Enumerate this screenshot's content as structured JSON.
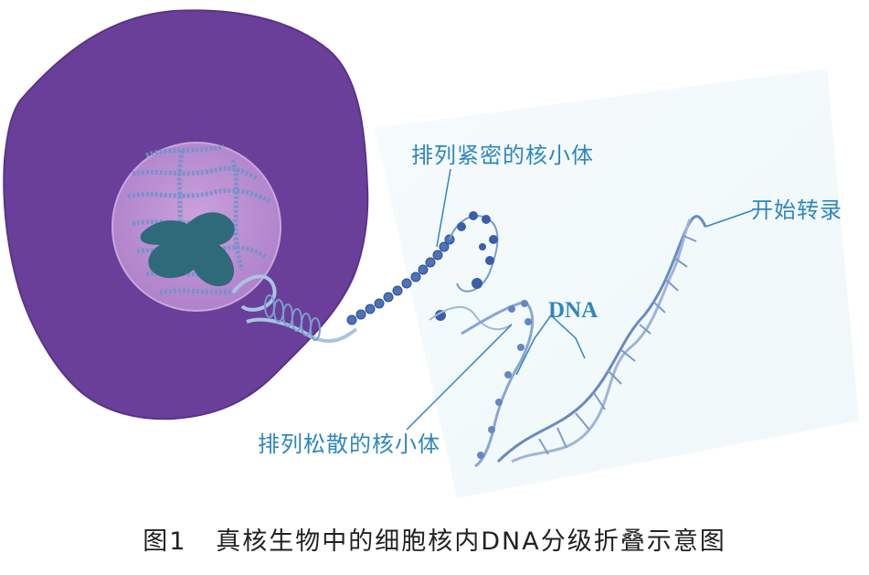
{
  "labels": {
    "dense_nucleosome": "排列紧密的核小体",
    "start_transcription": "开始转录",
    "dna": "DNA",
    "loose_nucleosome": "排列松散的核小体"
  },
  "caption": {
    "number": "图1",
    "text": "真核生物中的细胞核内DNA分级折叠示意图"
  },
  "colors": {
    "cell": "#6a3f99",
    "nucleus": "#b884cf",
    "chromatin": "#6f93c9",
    "chromosome": "#2f6a7a",
    "label": "#2f86c0"
  }
}
